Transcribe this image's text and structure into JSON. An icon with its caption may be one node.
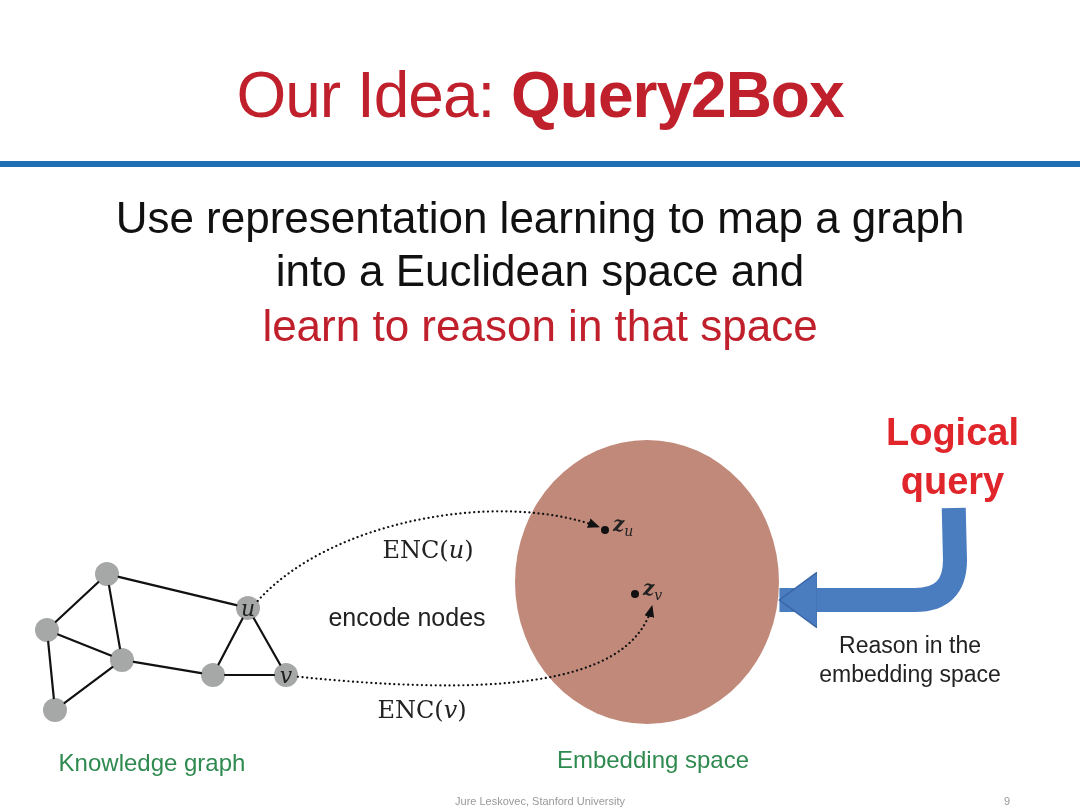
{
  "diagram": {
    "title": "Our Idea: **Query2Box**",
    "nodes": [
      {
        "text": [],
        "shape": "circle"
      },
      {
        "text": [],
        "shape": "circle"
      },
      {
        "text": [],
        "shape": "circle"
      },
      {
        "text": [],
        "shape": "circle"
      },
      {
        "text": [],
        "shape": "circle"
      },
      {
        "text": [
          "u"
        ]
      },
      {
        "text": [
          "v"
        ]
      },
      {
        "text": [],
        "shape": "circle"
      },
      {
        "text": [
          "**z**$_{u}$"
        ],
        "in": 7
      },
      {
        "text": [
          "**z**$_{v}$"
        ],
        "in": 7
      },
      {
        "text": [
          "Logical query"
        ]
      }
    ],
    "edges": [
      {
        "from": 0,
        "to": 1,
        "arrow": "none"
      },
      {
        "from": 0,
        "to": 2,
        "arrow": "none"
      },
      {
        "from": 0,
        "to": 5,
        "arrow": "none"
      },
      {
        "from": 1,
        "to": 2,
        "arrow": "none"
      },
      {
        "from": 1,
        "to": 3,
        "arrow": "none"
      },
      {
        "from": 2,
        "to": 3,
        "arrow": "none"
      },
      {
        "from": 2,
        "to": 4,
        "arrow": "none"
      },
      {
        "from": 4,
        "to": 5,
        "arrow": "none"
      },
      {
        "from": 4,
        "to": 6,
        "arrow": "none"
      },
      {
        "from": 5,
        "to": 6,
        "arrow": "none"
      },
      {
        "from": 5,
        "to": 8,
        "arrow": "to",
        "style": "dashed",
        "label": "ENC(*u*)"
      },
      {
        "from": 6,
        "to": 9,
        "arrow": "to",
        "style": "dashed",
        "label": "ENC(*v*)"
      },
      {
        "from": 10,
        "to": 7,
        "arrow": "to",
        "style": "thick",
        "color": "#4a7cc0",
        "label": "Reason in the embedding space"
      }
    ],
    "labels": [
      "Use representation learning to map a graph into a Euclidean space and",
      "learn to reason in that space",
      "encode nodes",
      "Knowledge graph",
      "Embedding space",
      "Jure Leskovec, Stanford University",
      "9"
    ]
  }
}
